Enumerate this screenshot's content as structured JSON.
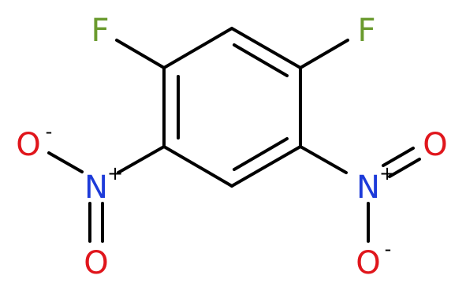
{
  "molecule": {
    "colors": {
      "bond": "#000000",
      "fluorine": "#6a9a2e",
      "nitrogen": "#1d3bd9",
      "oxygen": "#e0161c"
    },
    "atoms": {
      "f_left": {
        "symbol": "F"
      },
      "f_right": {
        "symbol": "F"
      },
      "n_left": {
        "symbol": "N",
        "charge": "+"
      },
      "n_right": {
        "symbol": "N",
        "charge": "+"
      },
      "o_left_top": {
        "symbol": "O",
        "charge": "-"
      },
      "o_left_bottom": {
        "symbol": "O"
      },
      "o_right_top": {
        "symbol": "O"
      },
      "o_right_bottom": {
        "symbol": "O",
        "charge": "-"
      }
    }
  }
}
